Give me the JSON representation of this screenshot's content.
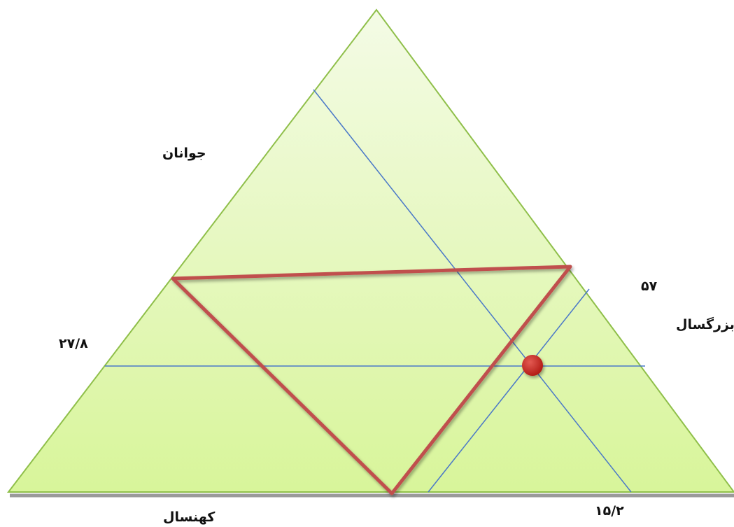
{
  "labels": {
    "young": "جوانان",
    "adult": "بزرگسال",
    "old": "کهنسال"
  },
  "values": {
    "left": "۲۷/۸",
    "right": "۵۷",
    "bottom": "۱۵/۲"
  },
  "colors": {
    "triangle_fill_top": "#f4fbe6",
    "triangle_fill_bottom": "#d8f59a",
    "triangle_border": "#8fbf4a",
    "grid_line": "#4a78c8",
    "highlight_triangle": "#c0504d",
    "point": "#c0201a"
  }
}
